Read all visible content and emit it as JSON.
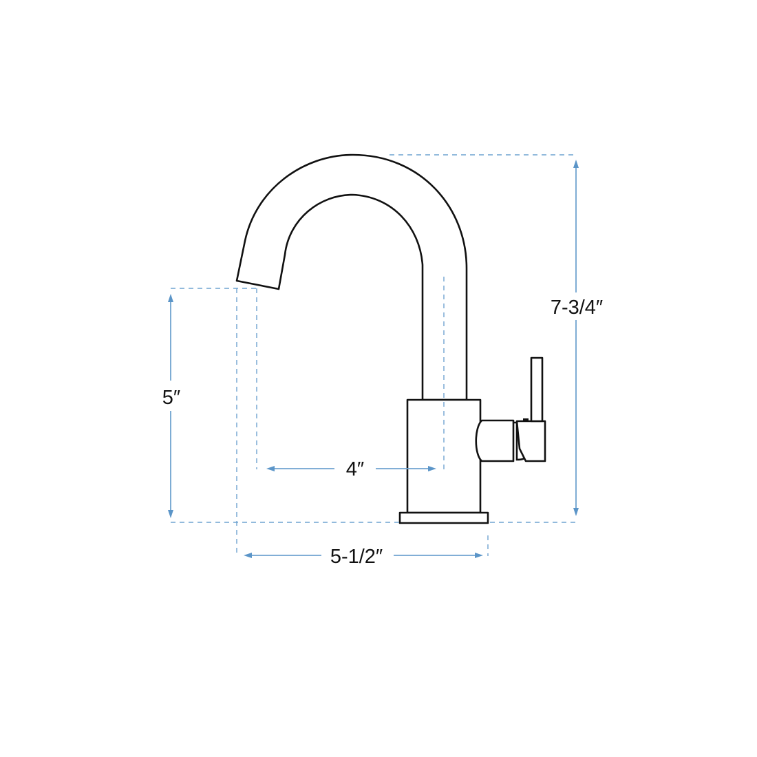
{
  "diagram": {
    "subject": "Single-hole bar faucet with side lever handle",
    "line_color": "#111111",
    "dimension_color": "#6fa3d0",
    "dimensions": {
      "overall_height": "7-3/4″",
      "spout_clearance_height": "5″",
      "spout_reach": "4″",
      "overall_depth": "5-1/2″"
    }
  }
}
